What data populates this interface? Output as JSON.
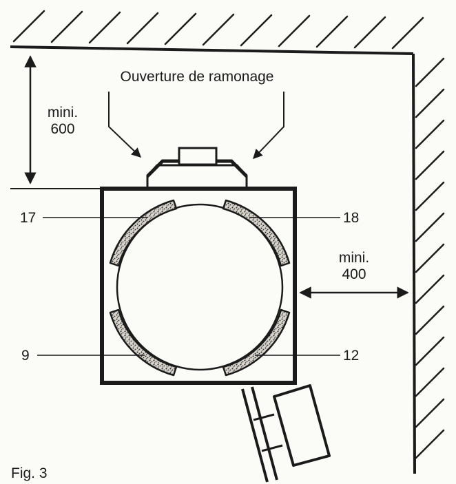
{
  "labels": {
    "title": "Ouverture de ramonage",
    "clearance_top": "mini.\n600",
    "clearance_right": "mini.\n400",
    "figure": "Fig. 3",
    "part_top_left": "17",
    "part_top_right": "18",
    "part_bottom_left": "9",
    "part_bottom_right": "12"
  },
  "colors": {
    "ink": "#1b1b1b",
    "paper": "#fbfbf8",
    "segment_fill": "#d8d4cc"
  }
}
